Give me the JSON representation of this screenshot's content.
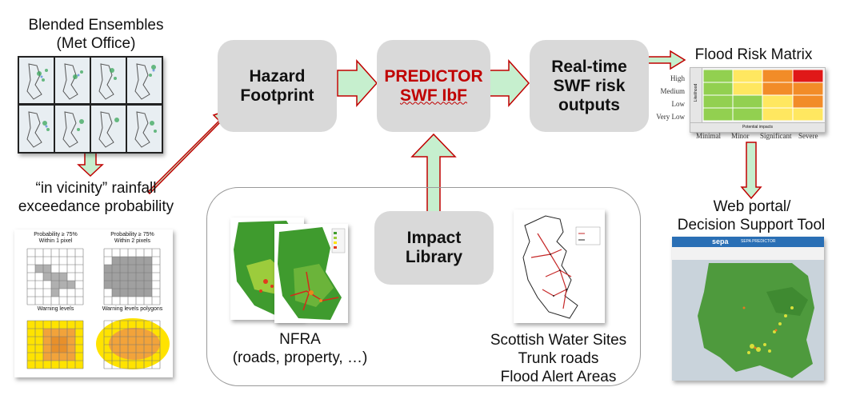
{
  "labels": {
    "blended_title": "Blended Ensembles",
    "blended_sub": "(Met Office)",
    "vicinity_line1": "“in vicinity” rainfall",
    "vicinity_line2": "exceedance probability",
    "flood_risk_matrix": "Flood Risk Matrix",
    "web_portal_line1": "Web portal/",
    "web_portal_line2": "Decision Support Tool",
    "nfra_line1": "NFRA",
    "nfra_line2": "(roads, property, …)",
    "scottish_line1": "Scottish Water Sites",
    "scottish_line2": "Trunk roads",
    "scottish_line3": "Flood Alert Areas"
  },
  "boxes": {
    "hazard_line1": "Hazard",
    "hazard_line2": "Footprint",
    "predictor_line1": "PREDICTOR",
    "predictor_line2": "SWF IbF",
    "realtime_line1": "Real-time",
    "realtime_line2": "SWF risk",
    "realtime_line3": "outputs",
    "impact_line1": "Impact",
    "impact_line2": "Library"
  },
  "matrix": {
    "likelihood_rows": [
      "High",
      "Medium",
      "Low",
      "Very Low"
    ],
    "impact_cols": [
      "Minimal",
      "Minor",
      "Significant",
      "Severe"
    ],
    "axis_likelihood": "Likelihood",
    "axis_impact": "Potential impacts",
    "colors": {
      "green": "#92d050",
      "yellow": "#ffe760",
      "orange": "#f28c28",
      "red": "#e01818"
    }
  },
  "vicinity_panel": {
    "top_left_title": "Probability ≥ 75%",
    "top_left_sub": "Within 1 pixel",
    "top_right_title": "Probability ≥ 75%",
    "top_right_sub": "Within 2 pixels",
    "bottom_left_title": "Warning levels",
    "bottom_right_title": "Warning levels polygons"
  },
  "portal": {
    "brand": "sepa",
    "title": "SEPA PREDICTOR"
  },
  "colors": {
    "box_fill": "#d9d9d9",
    "arrow_fill": "#c6efce",
    "arrow_stroke": "#c00000",
    "predictor_text": "#c00000"
  }
}
